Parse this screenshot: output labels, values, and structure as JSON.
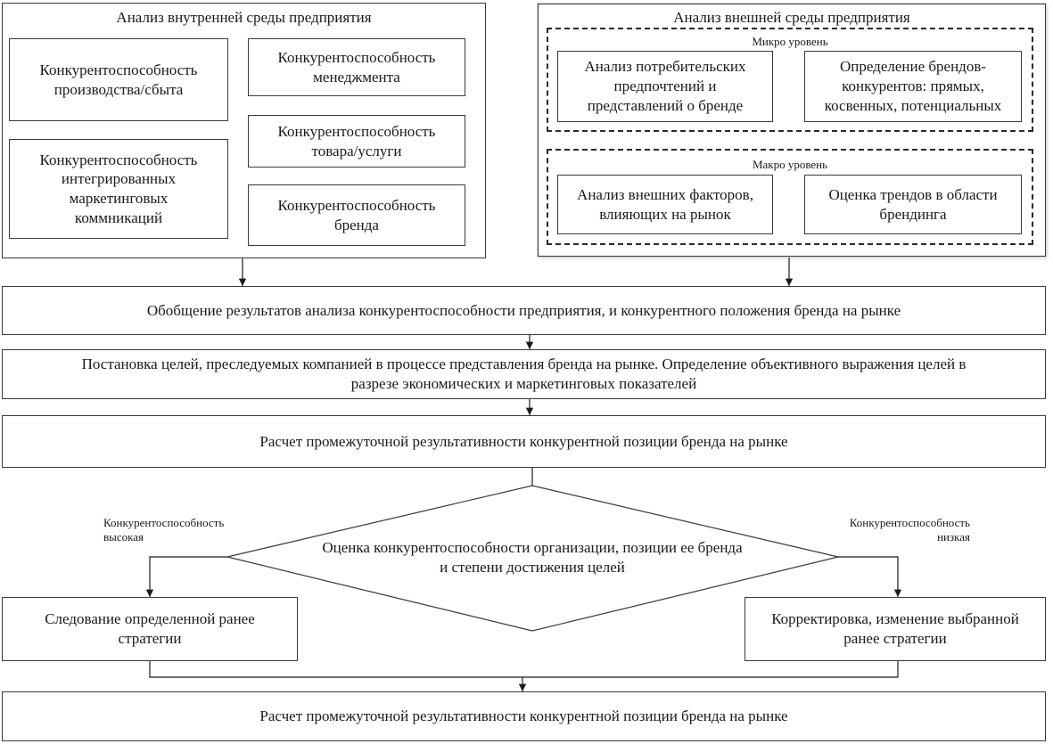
{
  "internal": {
    "title": "Анализ внутренней среды предприятия",
    "production": "Конкурентоспособность\nпроизводства/сбыта",
    "management": "Конкурентоспособность\nменеджмента",
    "product": "Конкурентоспособность\nтовара/услуги",
    "imc": "Конкурентоспособность\nинтегрированных\nмаркетинговых\nкоммникаций",
    "brand": "Конкурентоспособность\nбренда"
  },
  "external": {
    "title": "Анализ внешней среды предприятия",
    "micro_label": "Микро уровень",
    "consumer": "Анализ потребительских\nпредпочтений и\nпредставлений о бренде",
    "competitors": "Определение брендов-\nконкурентов: прямых,\nкосвенных, потенциальных",
    "macro_label": "Макро уровень",
    "factors": "Анализ внешних факторов,\nвлияющих на рынок",
    "trends": "Оценка трендов в области\nбрендинга"
  },
  "flow": {
    "summary": "Обобщение результатов анализа конкурентоспособности предприятия, и конкурентного положения бренда на рынке",
    "goals": "Постановка целей, преследуемых компанией в процессе представления бренда на рынке. Определение объективного выражения целей в\nразрезе экономических и маркетинговых показателей",
    "calc1": "Расчет промежуточной результативности конкурентной позиции бренда на рынке",
    "decision": "Оценка конкурентоспособности организации, позиции ее бренда\nи степени достижения целей",
    "high_label": "Конкурентоспособность\nвысокая",
    "low_label": "Конкурентоспособность\nнизкая",
    "follow": "Следование определенной ранее\nстратегии",
    "adjust": "Корректировка, изменение выбранной\nранее стратегии",
    "calc2": "Расчет промежуточной результативности конкурентной позиции бренда на рынке"
  }
}
